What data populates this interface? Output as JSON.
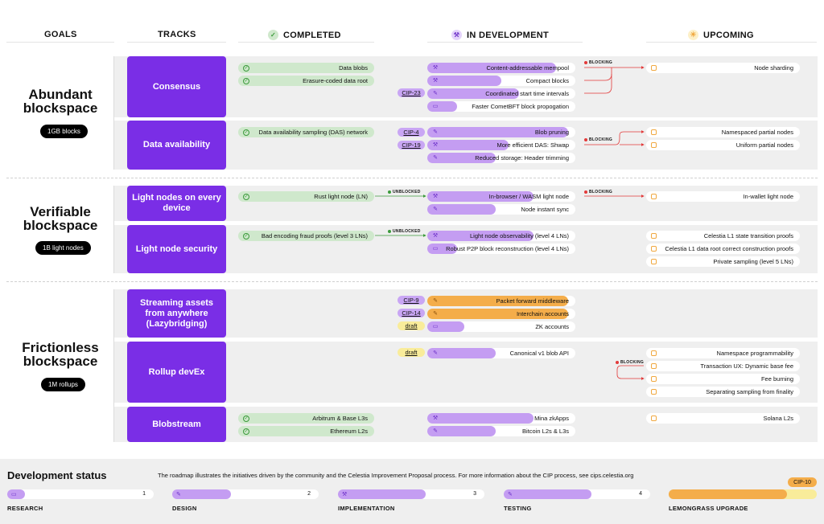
{
  "headers": {
    "goals": "GOALS",
    "tracks": "TRACKS",
    "completed": "COMPLETED",
    "in_development": "IN DEVELOPMENT",
    "upcoming": "UPCOMING"
  },
  "goals": [
    {
      "title1": "Abundant",
      "title2": "blockspace",
      "badge": "1GB blocks"
    },
    {
      "title1": "Verifiable",
      "title2": "blockspace",
      "badge": "1B light nodes"
    },
    {
      "title1": "Frictionless",
      "title2": "blockspace",
      "badge": "1M rollups"
    }
  ],
  "tracks": [
    {
      "label": "Consensus"
    },
    {
      "label": "Data availability"
    },
    {
      "label": "Light nodes on every device"
    },
    {
      "label": "Light node security"
    },
    {
      "label": "Streaming assets from anywhere (Lazybridging)"
    },
    {
      "label": "Rollup devEx"
    },
    {
      "label": "Blobstream"
    }
  ],
  "completed": [
    "Data blobs",
    "Erasure-coded data root",
    "Data availability sampling (DAS) network",
    "Rust light node (LN)",
    "Bad encoding fraud proofs (level 3 LNs)",
    "Arbitrum & Base L3s",
    "Ethereum L2s"
  ],
  "in_development": [
    {
      "label": "Content-addressable mempool",
      "stage": 3,
      "progress": 0.87
    },
    {
      "label": "Compact blocks",
      "stage": 3,
      "progress": 0.5
    },
    {
      "label": "Coordinated start time intervals",
      "stage": 2,
      "progress": 0.62,
      "cip": "CIP-23"
    },
    {
      "label": "Faster CometBFT block propogation",
      "stage": 1,
      "progress": 0.2
    },
    {
      "label": "Blob pruning",
      "stage": 2,
      "progress": 0.95,
      "cip": "CIP-4"
    },
    {
      "label": "More efficient DAS: Shwap",
      "stage": 3,
      "progress": 0.55,
      "cip": "CIP-19"
    },
    {
      "label": "Reduced storage: Header trimming",
      "stage": 2,
      "progress": 0.46
    },
    {
      "label": "In-browser / WASM light node",
      "stage": 3,
      "progress": 0.72
    },
    {
      "label": "Node instant sync",
      "stage": 2,
      "progress": 0.46
    },
    {
      "label": "Light node observability (level 4 LNs)",
      "stage": 3,
      "progress": 0.72
    },
    {
      "label": "Robust P2P block reconstruction (level 4 LNs)",
      "stage": 1,
      "progress": 0.2
    },
    {
      "label": "Packet forward middleware",
      "stage": 4,
      "progress": 0.95,
      "cip": "CIP-9"
    },
    {
      "label": "Interchain accounts",
      "stage": 4,
      "progress": 0.95,
      "cip": "CIP-14"
    },
    {
      "label": "ZK accounts",
      "stage": 1,
      "progress": 0.25,
      "cip": "draft"
    },
    {
      "label": "Canonical v1 blob API",
      "stage": 2,
      "progress": 0.46,
      "cip": "draft"
    },
    {
      "label": "Mina zkApps",
      "stage": 3,
      "progress": 0.72
    },
    {
      "label": "Bitcoin L2s & L3s",
      "stage": 2,
      "progress": 0.46
    }
  ],
  "upcoming": [
    "Node sharding",
    "Namespaced partial nodes",
    "Uniform partial nodes",
    "In-wallet light node",
    "Celestia L1 state transition proofs",
    "Celestia L1 data root correct construction proofs",
    "Private sampling (level 5 LNs)",
    "Namespace programmability",
    "Transaction UX: Dynamic base fee",
    "Fee burning",
    "Separating sampling from finality",
    "Solana L2s"
  ],
  "notes": {
    "blocking": "BLOCKING",
    "unblocked": "UNBLOCKED"
  },
  "footer": {
    "title": "Development status",
    "description": "The roadmap illustrates the initiatives driven by the community and the Celestia Improvement Proposal process. For more information about the CIP process, see cips.celestia.org",
    "stages": [
      {
        "label": "RESEARCH",
        "num": "1"
      },
      {
        "label": "DESIGN",
        "num": "2"
      },
      {
        "label": "IMPLEMENTATION",
        "num": "3"
      },
      {
        "label": "TESTING",
        "num": "4"
      },
      {
        "label": "LEMONGRASS UPGRADE",
        "num": ""
      }
    ],
    "upgrade_cip": "CIP-10"
  },
  "colors": {
    "track": "#7a2ee6",
    "completed": "#cfe8cc",
    "in_dev": "#c49df2",
    "lemongrass": "#f4ad4a",
    "blocking": "#e23a3a",
    "unblocked": "#3b9a3b"
  }
}
